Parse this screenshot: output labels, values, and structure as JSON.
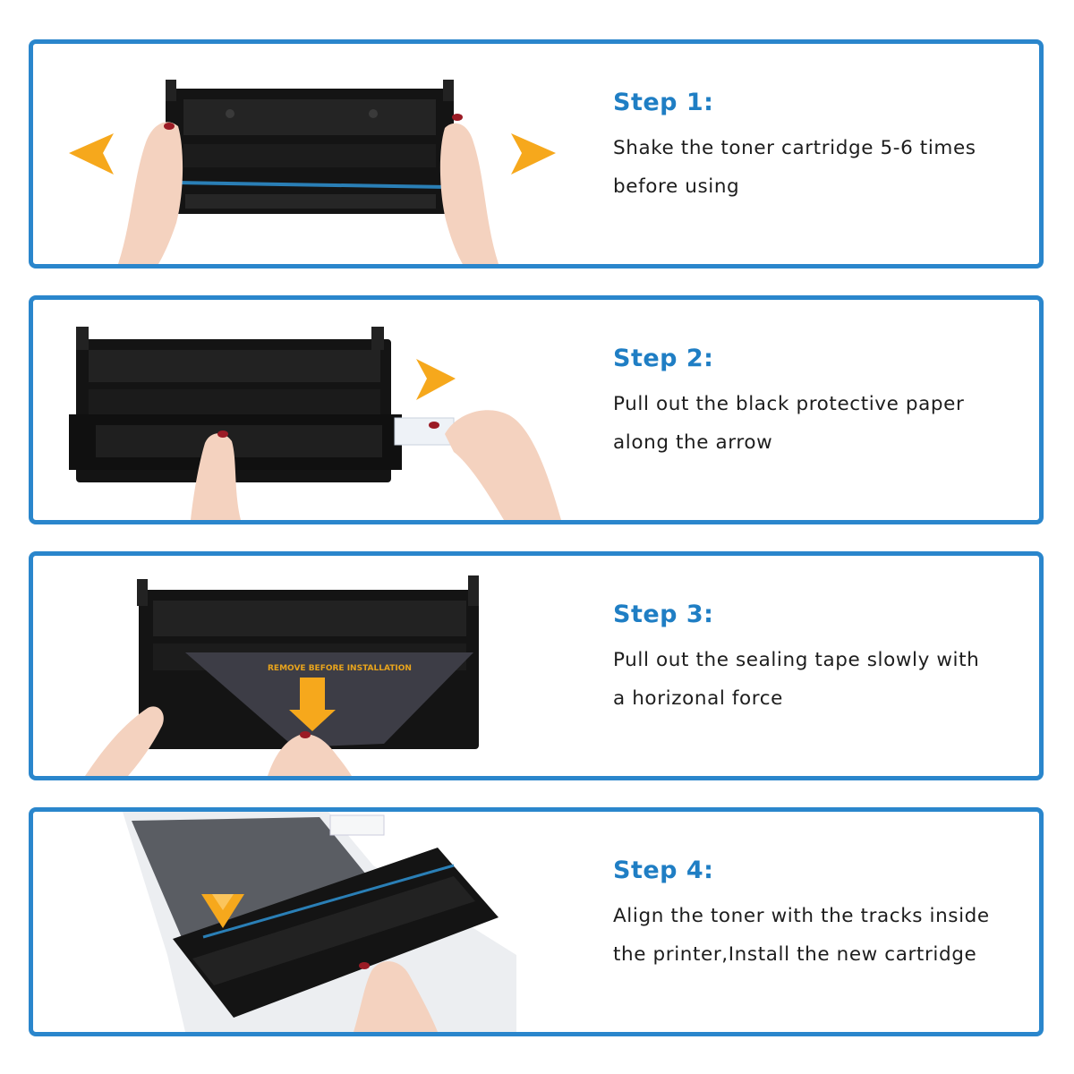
{
  "steps": [
    {
      "title": "Step 1:",
      "line1": "Shake the toner cartridge 5-6 times",
      "line2": "before using"
    },
    {
      "title": "Step 2:",
      "line1": "Pull out the black protective paper",
      "line2": "along the arrow"
    },
    {
      "title": "Step 3:",
      "line1": "Pull out the sealing tape slowly with",
      "line2": "a horizonal force",
      "sheet_label": "REMOVE BEFORE INSTALLATION"
    },
    {
      "title": "Step 4:",
      "line1": "Align the toner with the tracks inside",
      "line2": "the printer,Install the new cartridge"
    }
  ],
  "colors": {
    "border": "#2a86cc",
    "title": "#1f7ec4",
    "arrow": "#f6a81c",
    "text": "#1d1d1d"
  },
  "icons": [
    "shake-arrow-left-icon",
    "shake-arrow-right-icon",
    "pull-arrow-right-icon",
    "pull-down-arrow-icon",
    "insert-chevron-icon"
  ]
}
